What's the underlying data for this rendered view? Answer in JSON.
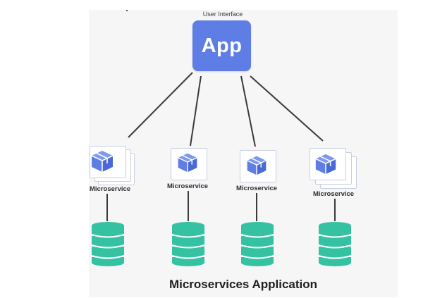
{
  "diagram": {
    "top_label": "User Interface",
    "app_label": "App",
    "caption": "Microservices Application",
    "microservices": [
      {
        "label": "Microservice"
      },
      {
        "label": "Microservice"
      },
      {
        "label": "Microservice"
      },
      {
        "label": "Microservice"
      }
    ]
  },
  "colors": {
    "app_fill": "#5e7ee6",
    "cube_fill": "#5e7ee6",
    "database_fill": "#35c2a2",
    "connector": "#3a3a3a"
  },
  "icons": [
    "cube-icon",
    "database-icon"
  ]
}
